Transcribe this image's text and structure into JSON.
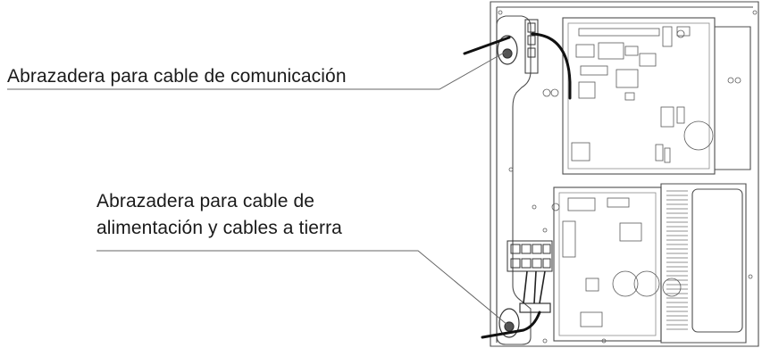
{
  "callouts": {
    "communication_clamp": "Abrazadera para cable de comunicación",
    "power_clamp_line1": "Abrazadera para cable de",
    "power_clamp_line2": "alimentación y cables a tierra"
  },
  "colors": {
    "outline": "#4d4d4d",
    "detail": "#8c8c8c",
    "cable": "#111111",
    "text": "#1a1a1a"
  }
}
